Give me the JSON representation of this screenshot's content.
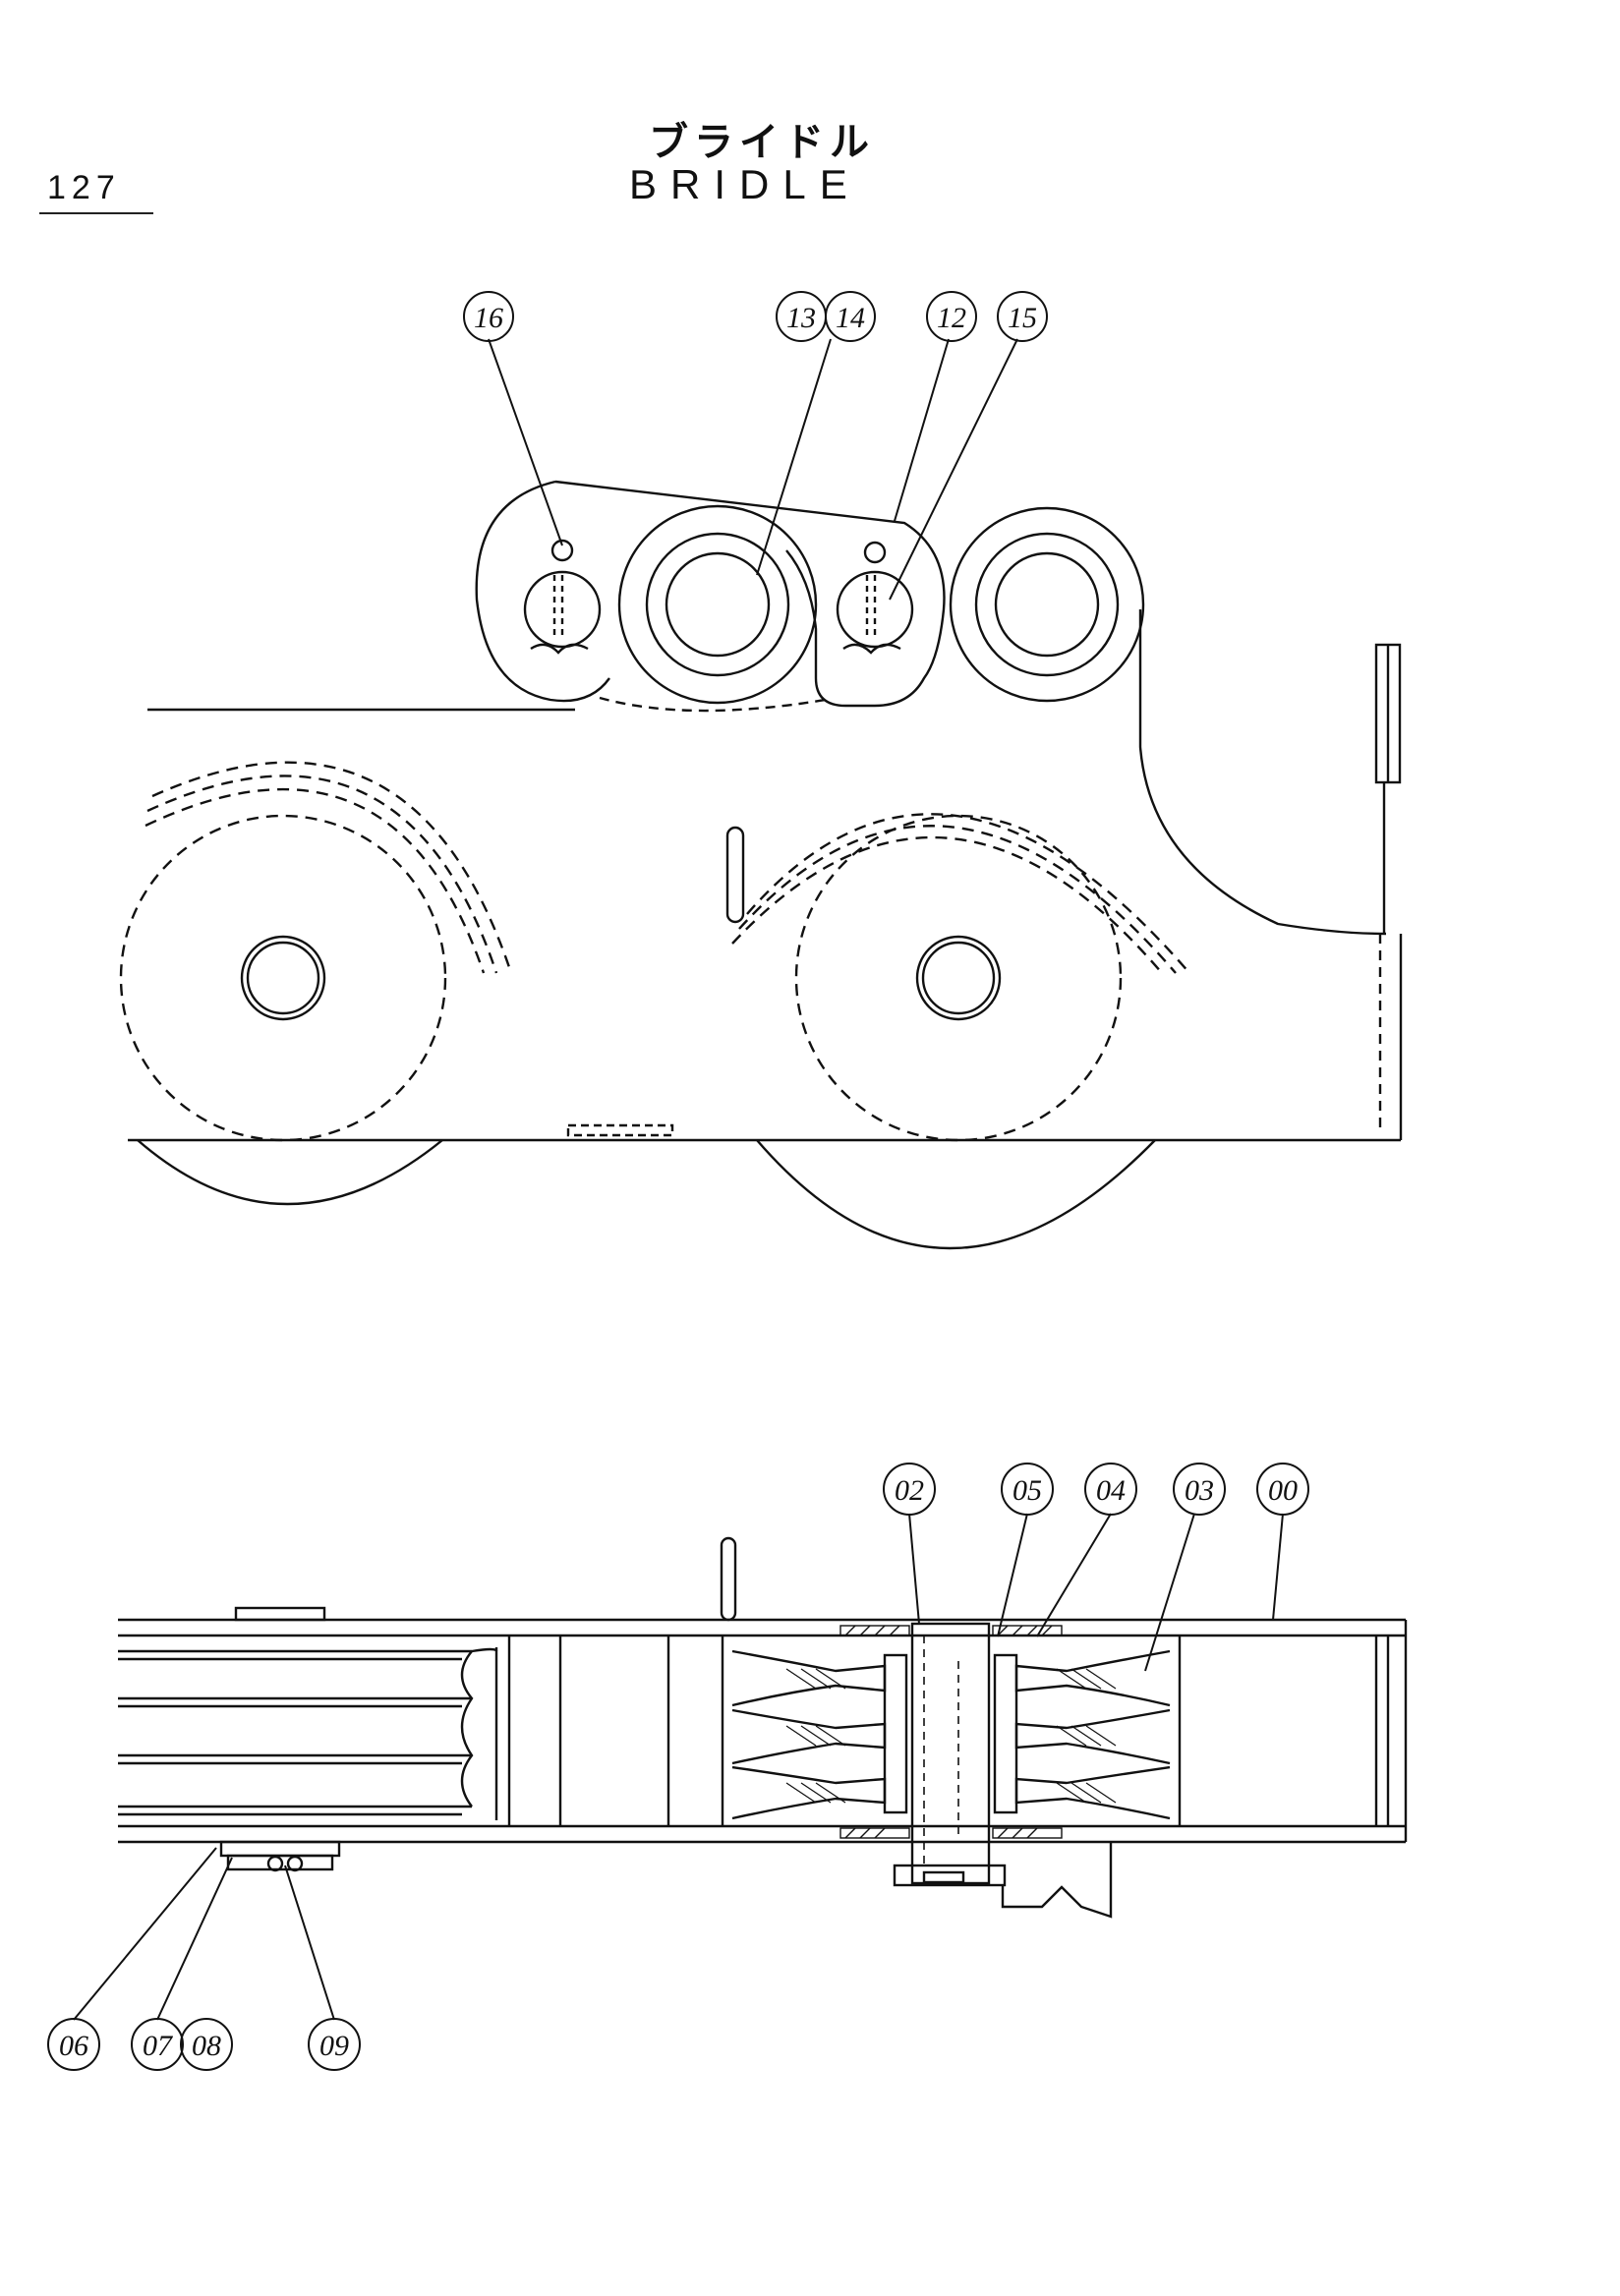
{
  "header": {
    "page_number": "127",
    "title_jp": "ブライドル",
    "title_en": "BRIDLE"
  },
  "side_view": {
    "callouts": [
      "16",
      "13",
      "14",
      "12",
      "15"
    ]
  },
  "plan_view": {
    "callouts": [
      "02",
      "05",
      "04",
      "03",
      "00",
      "06",
      "07",
      "08",
      "09"
    ]
  }
}
